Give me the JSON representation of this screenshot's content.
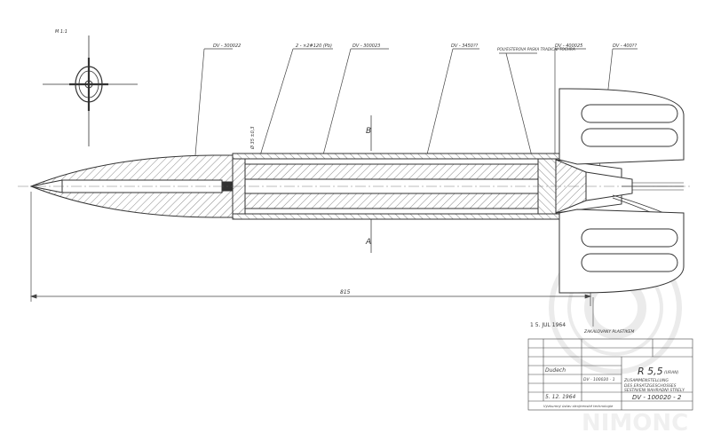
{
  "drawing": {
    "corner_note": "M 1:1",
    "part_labels": [
      "DV - 300022",
      "2 - ×2#120 (Pb)",
      "DV - 300023",
      "DV - 3450??",
      "POLYESTEROVA PASKA TRADICNI TOCHRA",
      "DV - 400025",
      "DV - 400??"
    ],
    "section_mark_top": "B",
    "section_mark_bottom": "A",
    "dimension_label": "815",
    "dimension_small": "Ø 35 ±0,3",
    "date_stamp": "1 5. JUL 1964",
    "nozzle_note": "ZAKALOVANY PLASTIKEM",
    "watermark_text": "NIMONC"
  },
  "title_block": {
    "code": "R 5,5",
    "code_note": "(URAN)",
    "title_line1": "ZUSAMMENSTELLUNG",
    "title_line2": "DES ERSATZGESCHOSSES",
    "title_line3": "SESTAVENI NAHRADNI STRELY",
    "drawing_number": "DV - 100020 - 2",
    "drawn_by": "Dudech",
    "date": "5. 12. 1964",
    "ref_number": "DV - 100020 - 1",
    "footer": "Výzkumný ústav strojírenské technologie"
  },
  "colors": {
    "line": "#333333",
    "hatch": "#6a6a6a",
    "watermark": "#d8d8d8"
  }
}
